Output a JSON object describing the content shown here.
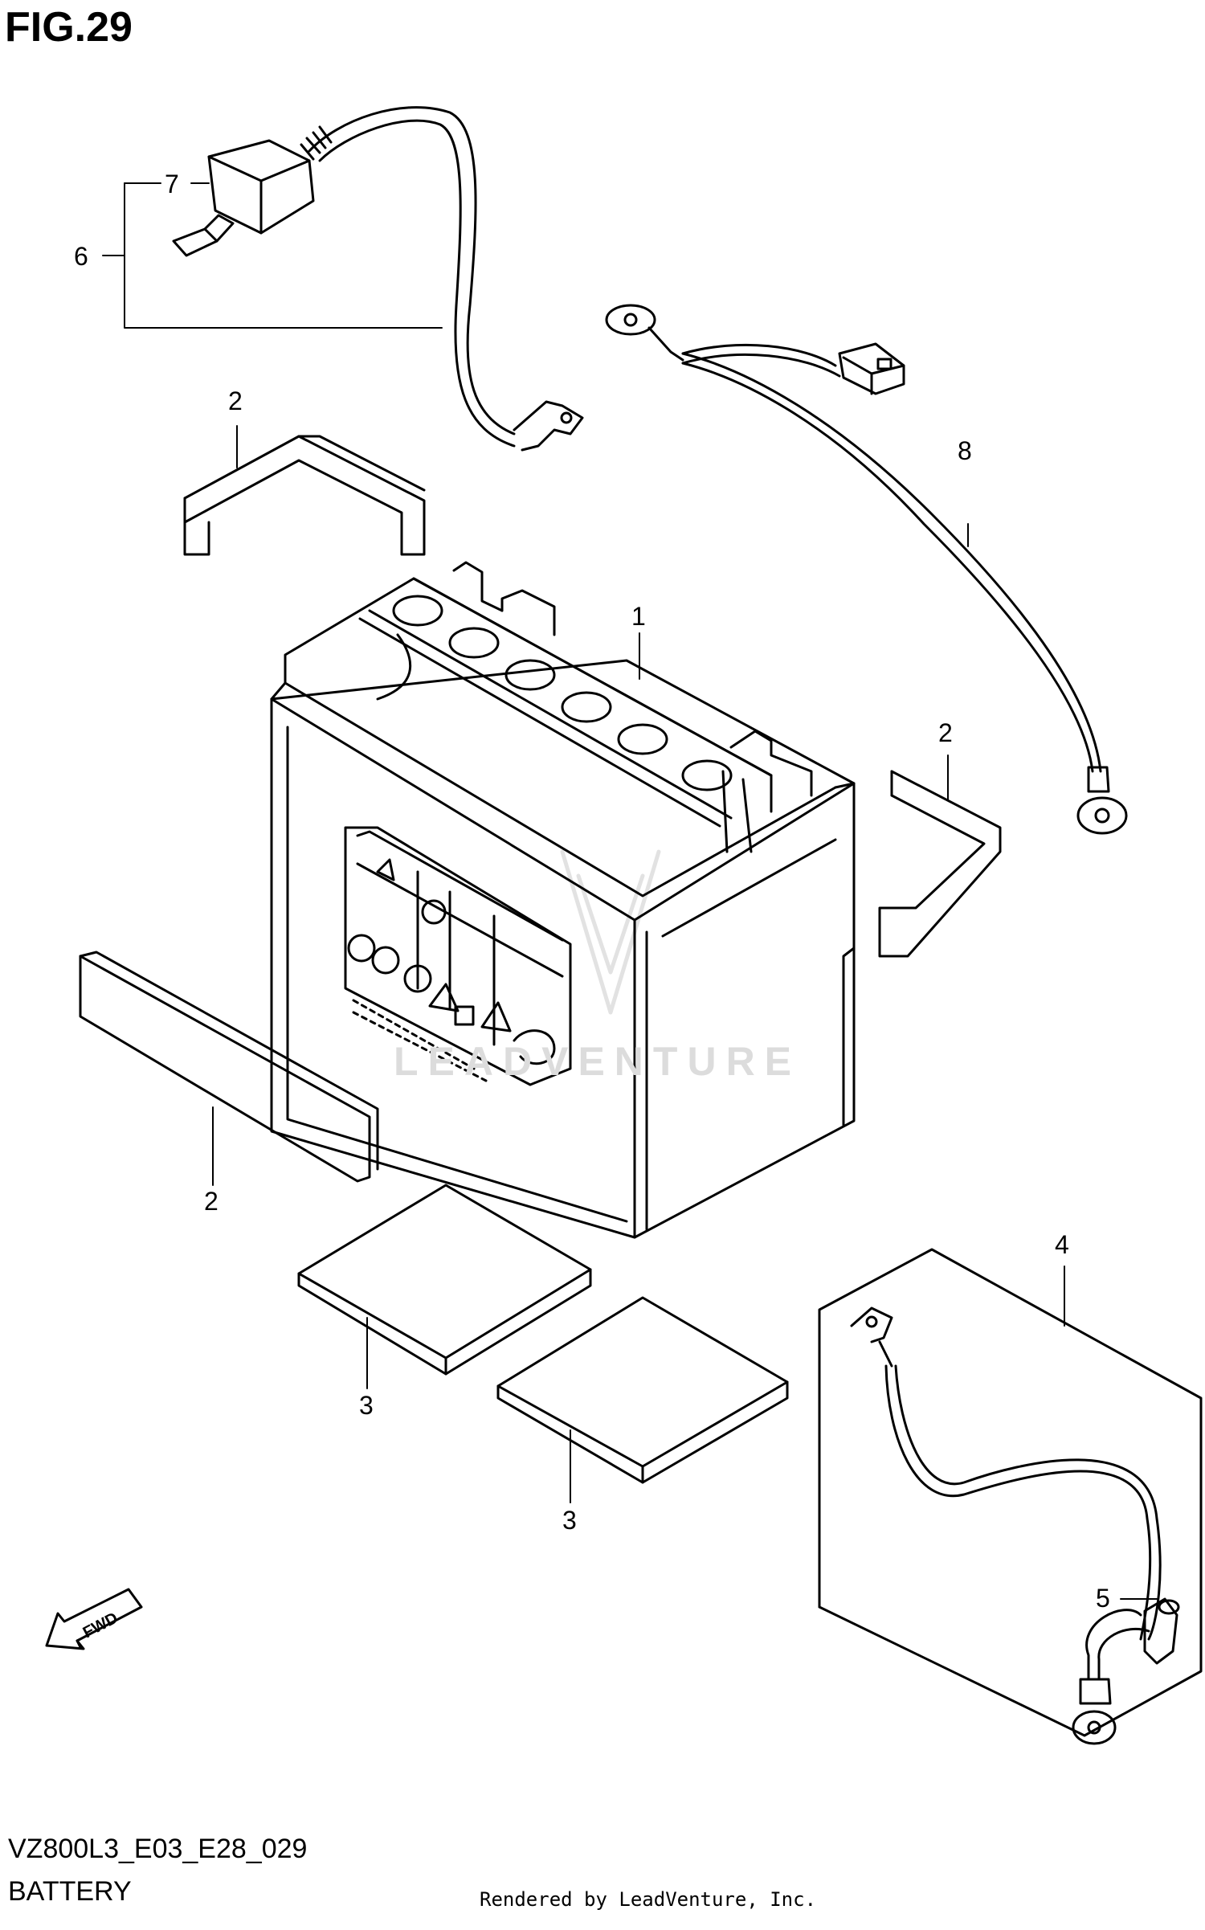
{
  "figure": {
    "title": "FIG.29"
  },
  "diagram": {
    "model_code": "VZ800L3_E03_E28_029",
    "section_name": "BATTERY",
    "watermark": "LEADVENTURE",
    "fwd_label": "FWD",
    "callouts": [
      {
        "id": "c1",
        "label": "1"
      },
      {
        "id": "c2a",
        "label": "2"
      },
      {
        "id": "c2b",
        "label": "2"
      },
      {
        "id": "c2c",
        "label": "2"
      },
      {
        "id": "c3a",
        "label": "3"
      },
      {
        "id": "c3b",
        "label": "3"
      },
      {
        "id": "c4",
        "label": "4"
      },
      {
        "id": "c5",
        "label": "5"
      },
      {
        "id": "c6",
        "label": "6"
      },
      {
        "id": "c7",
        "label": "7"
      },
      {
        "id": "c8",
        "label": "8"
      }
    ]
  },
  "footer": {
    "text": "Rendered by LeadVenture, Inc."
  }
}
